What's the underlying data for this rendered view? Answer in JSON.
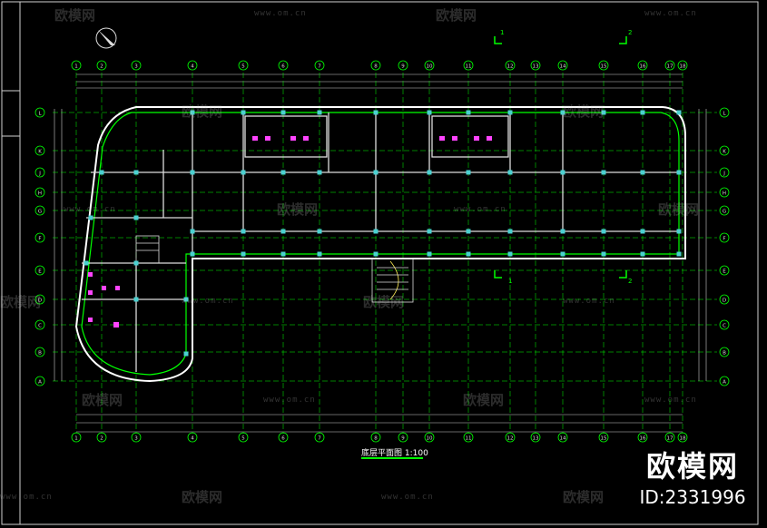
{
  "drawing": {
    "title": "底层平面图",
    "scale": "1:100"
  },
  "grid_columns": [
    "1",
    "2",
    "3",
    "4",
    "5",
    "6",
    "7",
    "8",
    "9",
    "10",
    "11",
    "12",
    "13",
    "14",
    "15",
    "16",
    "17",
    "18"
  ],
  "grid_rows": [
    "A",
    "B",
    "C",
    "D",
    "E",
    "F",
    "G",
    "H",
    "J",
    "K",
    "L"
  ],
  "section_marks": [
    "1",
    "2"
  ],
  "watermark": {
    "brand": "欧模网",
    "url": "www.om.cn",
    "id": "ID:2331996"
  },
  "colors": {
    "background": "#000000",
    "axis": "#00ff00",
    "wall": "#ffffff",
    "column": "#4ad0d0",
    "fixture": "#ff44ff",
    "dimension": "#d0d0d0"
  }
}
